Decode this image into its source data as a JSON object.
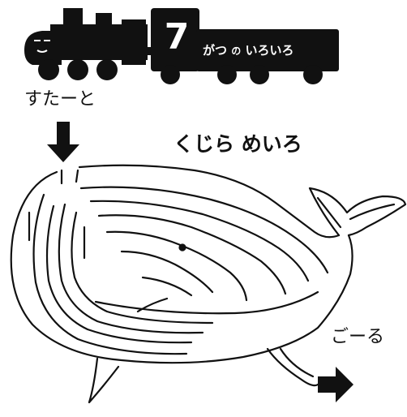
{
  "header": {
    "month_number": "7",
    "month_suffix": "がつ",
    "particle": "の",
    "theme": "いろいろ"
  },
  "maze": {
    "title": "くじら めいろ",
    "start_label": "すたーと",
    "goal_label": "ごーる"
  },
  "colors": {
    "ink": "#111111",
    "background": "#ffffff"
  },
  "icons": [
    "train-locomotive-icon",
    "train-wagon-icon",
    "start-arrow-icon",
    "goal-arrow-icon",
    "whale-maze-icon"
  ]
}
